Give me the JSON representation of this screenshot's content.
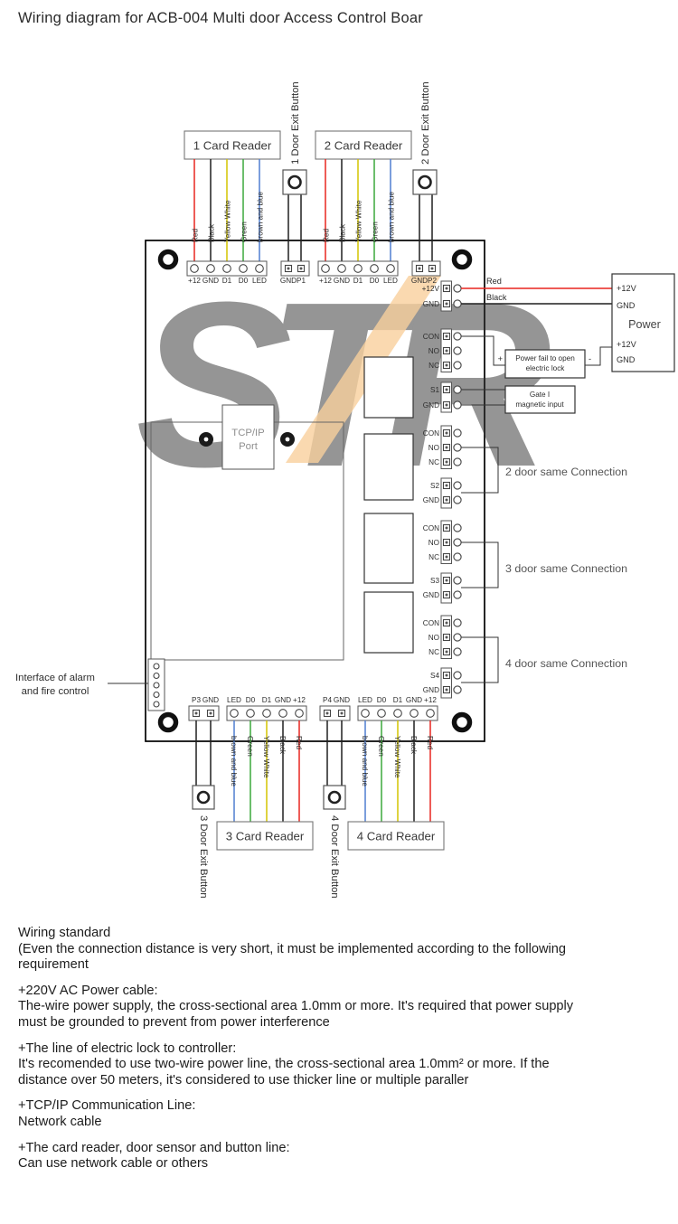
{
  "title": "Wiring diagram for ACB-004 Multi door Access Control Boar",
  "watermark": "STR",
  "colors": {
    "red": "#e8251f",
    "black": "#1f1f1f",
    "yellow": "#d2c400",
    "green": "#3aa83a",
    "blue": "#4f7dd0"
  },
  "readers": [
    "1 Card Reader",
    "2 Card Reader",
    "3 Card Reader",
    "4 Card Reader"
  ],
  "exit_buttons": [
    "1 Door Exit Button",
    "2 Door Exit Button",
    "3 Door Exit Button",
    "4 Door Exit Button"
  ],
  "wire_labels_top": [
    "Red",
    "Black",
    "Yellow White",
    "Green",
    "brown and blue"
  ],
  "wire_labels_bottom": [
    "brown and blue",
    "Green",
    "Yellow White",
    "Black",
    "Red"
  ],
  "top_terminals_1": [
    "+12",
    "GND",
    "D1",
    "D0",
    "LED",
    "GND",
    "P1"
  ],
  "top_terminals_2": [
    "+12",
    "GND",
    "D1",
    "D0",
    "LED",
    "GND",
    "P2"
  ],
  "bottom_terminals_3": [
    "P3",
    "GND",
    "LED",
    "D0",
    "D1",
    "GND",
    "+12"
  ],
  "bottom_terminals_4": [
    "P4",
    "GND",
    "LED",
    "D0",
    "D1",
    "GND",
    "+12"
  ],
  "right_labels": [
    "+12V",
    "GND",
    "CON",
    "NO",
    "NC",
    "S1",
    "GND",
    "CON",
    "NO",
    "NC",
    "S2",
    "GND",
    "CON",
    "NO",
    "NC",
    "S3",
    "GND",
    "CON",
    "NO",
    "NC",
    "S4",
    "GND"
  ],
  "feed": {
    "red": "Red",
    "black": "Black"
  },
  "power": {
    "lines": [
      "+12V",
      "GND",
      "Power",
      "+12V",
      "GND"
    ]
  },
  "power_fail": {
    "l1": "Power fail to open",
    "l2": "electric lock",
    "plus": "+",
    "minus": "-"
  },
  "gate": {
    "l1": "Gate I",
    "l2": "magnetic input"
  },
  "connections": [
    "2 door same Connection",
    "3 door same Connection",
    "4 door same Connection"
  ],
  "tcpip": {
    "l1": "TCP/IP",
    "l2": "Port"
  },
  "alarm": {
    "l1": "Interface of alarm",
    "l2": "and fire control"
  },
  "notes": {
    "heading": "Wiring standard",
    "intro": "(Even the connection distance is very short, it must be implemented according to the following requirement",
    "sections": [
      {
        "title": "+220V AC Power cable:",
        "body": "The-wire power supply, the cross-sectional area 1.0mm or more. It's required that power supply must be grounded to prevent from power interference"
      },
      {
        "title": "+The line of electric lock to controller:",
        "body": "It's recomended to use two-wire power line, the cross-sectional area 1.0mm² or more. If the distance over 50 meters, it's considered to use thicker line or multiple paraller"
      },
      {
        "title": "+TCP/IP Communication Line:",
        "body": "Network cable"
      },
      {
        "title": "+The card reader, door sensor and button line:",
        "body": "Can use network cable or others"
      }
    ]
  }
}
